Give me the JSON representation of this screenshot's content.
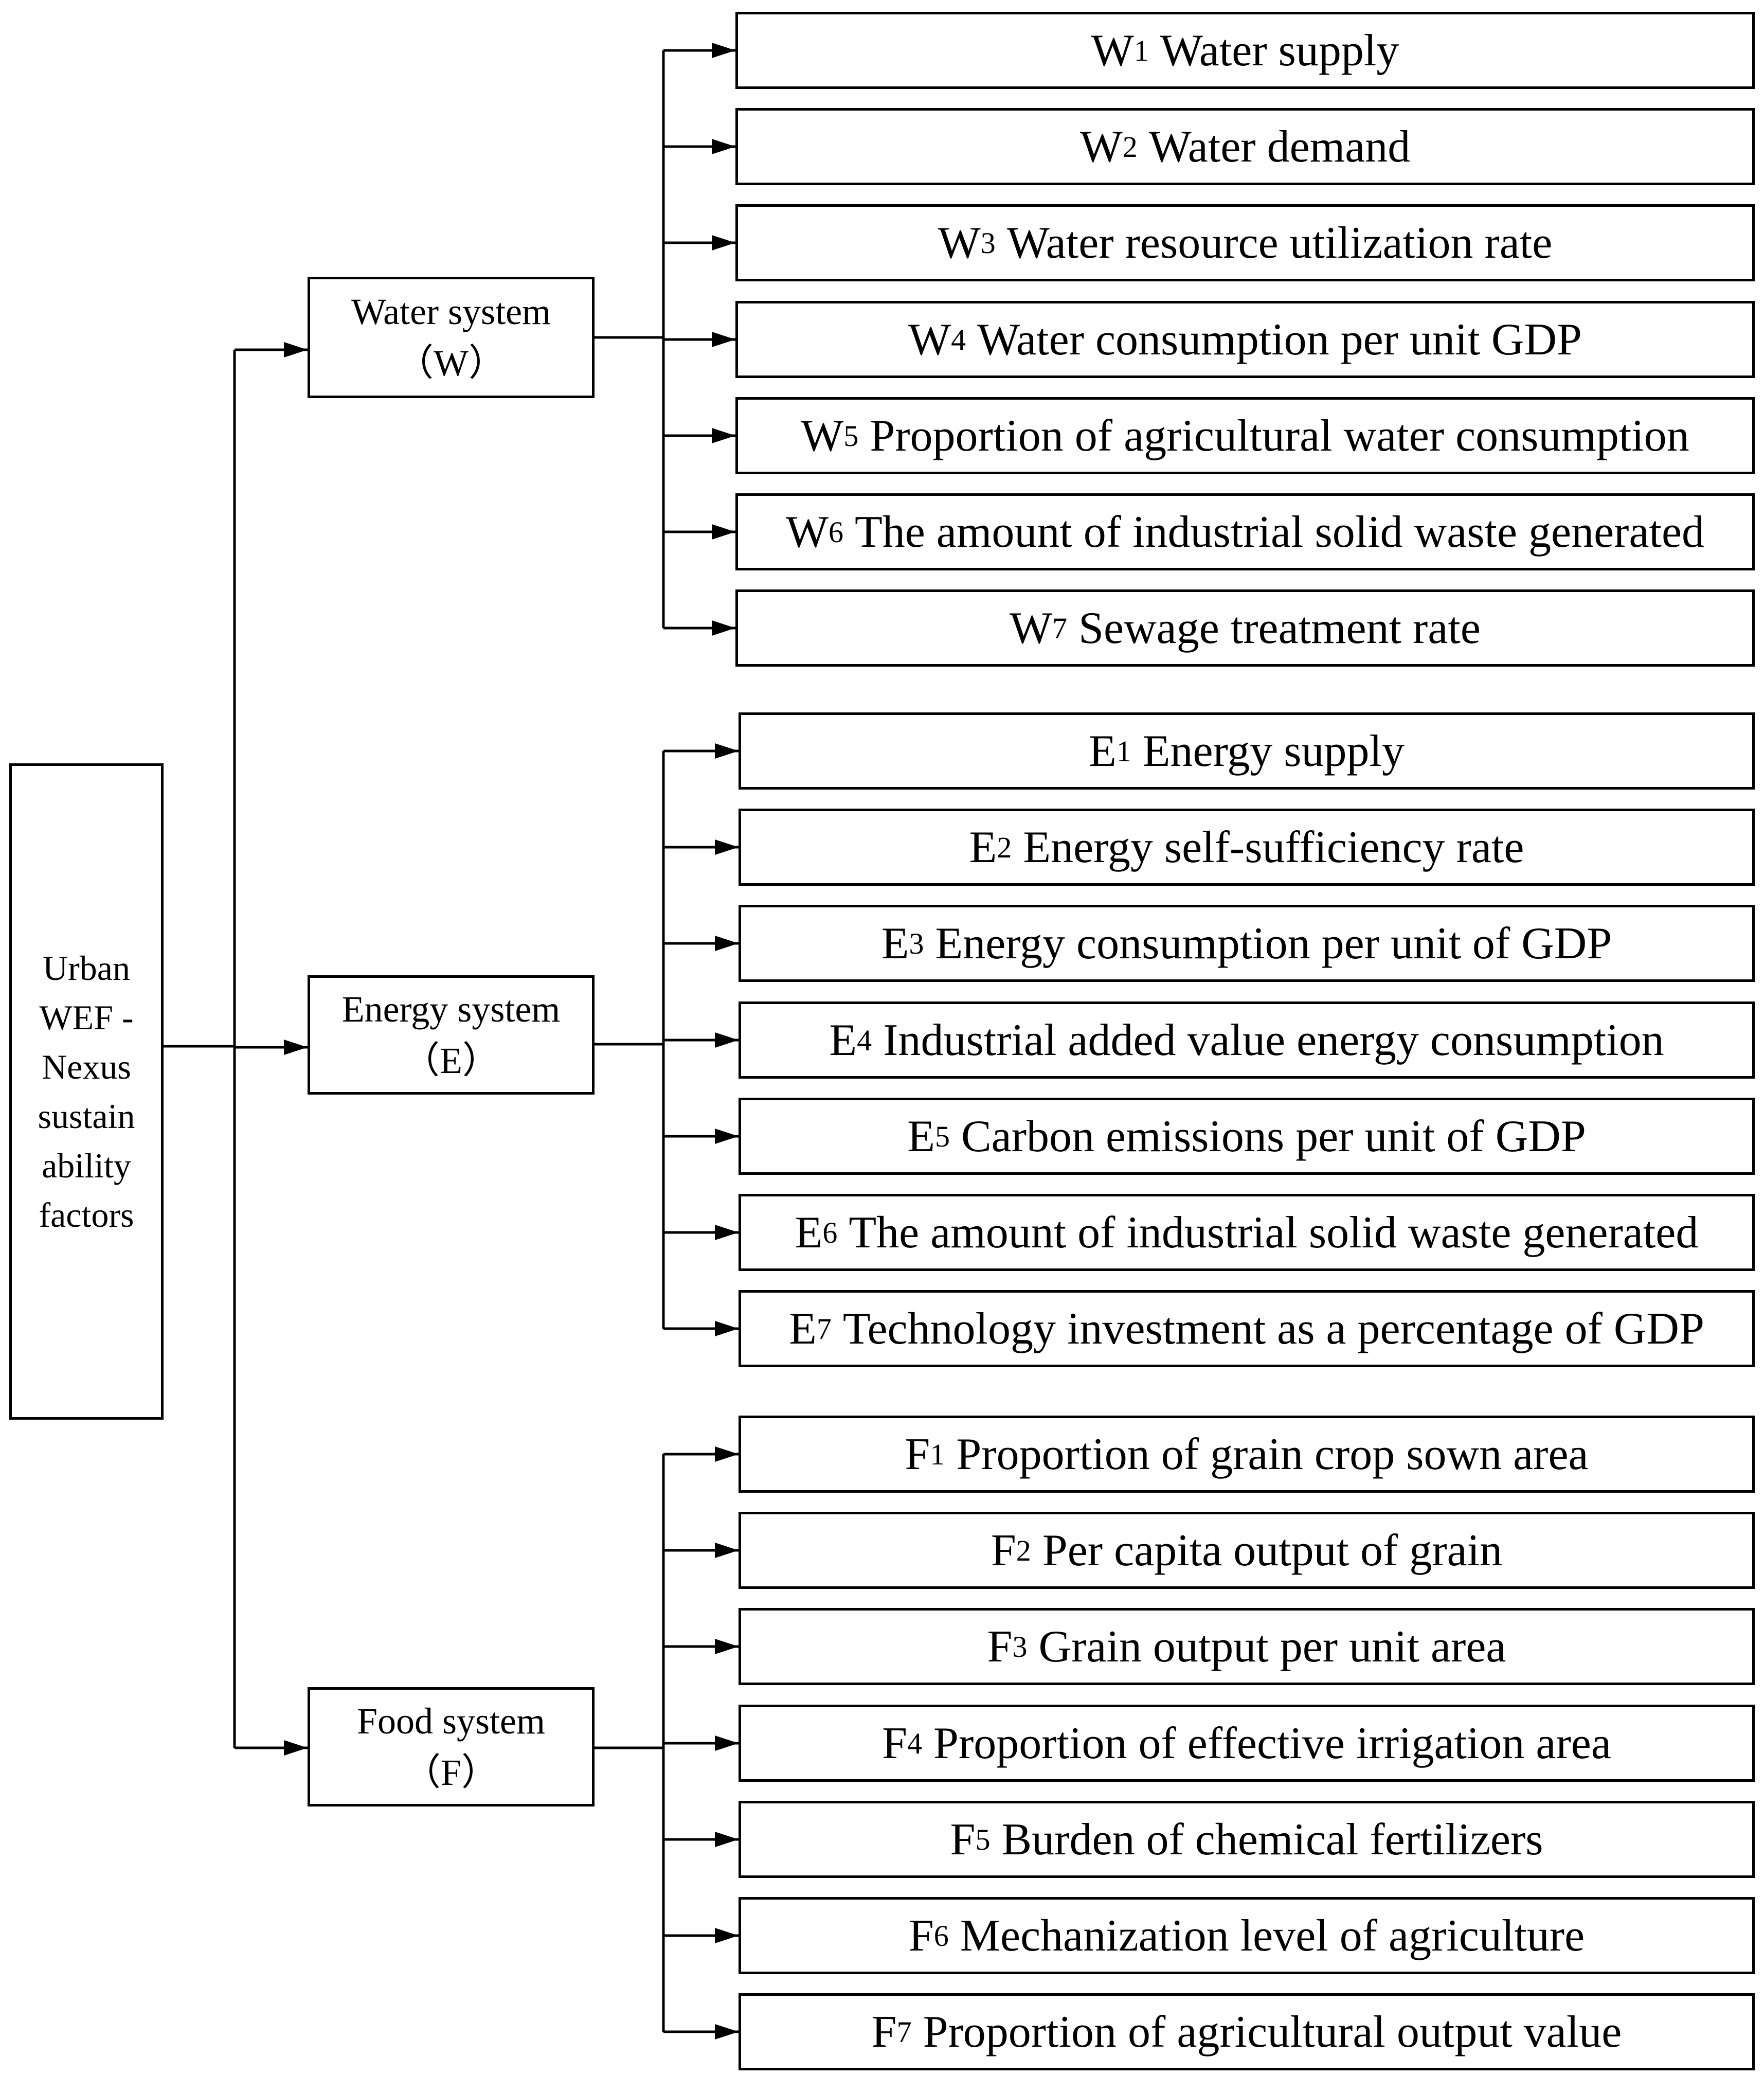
{
  "root": {
    "lines": [
      "Urban",
      "WEF -",
      "Nexus",
      "sustain",
      "ability",
      "factors"
    ]
  },
  "systems": [
    {
      "label": "Water system",
      "code": "（W）",
      "indicators": [
        {
          "letter": "W",
          "sub": "1",
          "text": "Water supply"
        },
        {
          "letter": "W",
          "sub": "2",
          "text": "Water demand"
        },
        {
          "letter": "W",
          "sub": "3",
          "text": "Water resource utilization rate"
        },
        {
          "letter": "W",
          "sub": "4",
          "text": "Water consumption per unit GDP"
        },
        {
          "letter": "W",
          "sub": "5",
          "text": "Proportion of agricultural water consumption"
        },
        {
          "letter": "W",
          "sub": "6",
          "text": "The amount of industrial solid waste generated"
        },
        {
          "letter": "W",
          "sub": "7",
          "text": "Sewage treatment rate"
        }
      ]
    },
    {
      "label": "Energy system",
      "code": "（E）",
      "indicators": [
        {
          "letter": "E",
          "sub": "1",
          "text": "Energy supply"
        },
        {
          "letter": "E",
          "sub": "2",
          "text": "Energy self-sufficiency rate"
        },
        {
          "letter": "E",
          "sub": "3",
          "text": "Energy consumption per unit of GDP"
        },
        {
          "letter": "E",
          "sub": "4",
          "text": "Industrial added value energy consumption"
        },
        {
          "letter": "E",
          "sub": "5",
          "text": "Carbon emissions per unit of GDP"
        },
        {
          "letter": "E",
          "sub": "6",
          "text": "The amount of industrial solid waste generated"
        },
        {
          "letter": "E",
          "sub": "7",
          "text": "Technology investment as a percentage of GDP"
        }
      ]
    },
    {
      "label": "Food system",
      "code": "（F）",
      "indicators": [
        {
          "letter": "F",
          "sub": "1",
          "text": "Proportion of grain crop sown area"
        },
        {
          "letter": "F",
          "sub": "2",
          "text": "Per capita output of grain"
        },
        {
          "letter": "F",
          "sub": "3",
          "text": "Grain output per unit area"
        },
        {
          "letter": "F",
          "sub": "4",
          "text": "Proportion of effective irrigation area"
        },
        {
          "letter": "F",
          "sub": "5",
          "text": "Burden of chemical fertilizers"
        },
        {
          "letter": "F",
          "sub": "6",
          "text": "Mechanization level of agriculture"
        },
        {
          "letter": "F",
          "sub": "7",
          "text": "Proportion of agricultural output value"
        }
      ]
    }
  ]
}
